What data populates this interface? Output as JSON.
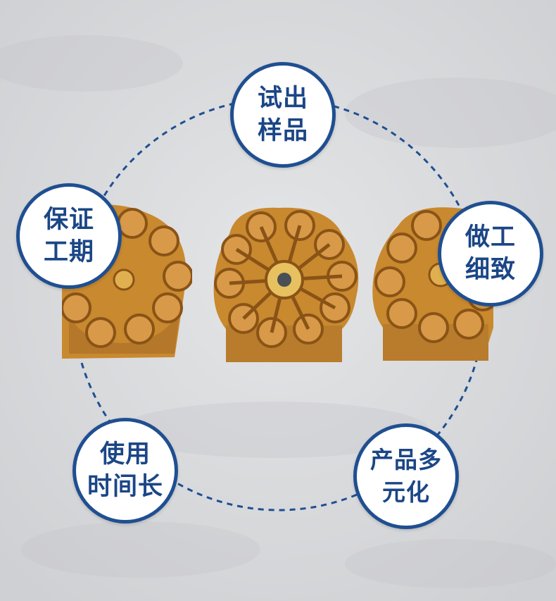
{
  "colors": {
    "accent": "#1f4f91",
    "text": "#1b4686",
    "background": "#d9dadc",
    "bronze": "#c8892f"
  },
  "features": [
    {
      "id": "top",
      "lines": [
        "试出",
        "样品"
      ]
    },
    {
      "id": "left",
      "lines": [
        "保证",
        "工期"
      ]
    },
    {
      "id": "right",
      "lines": [
        "做工",
        "细致"
      ]
    },
    {
      "id": "bottom-left",
      "lines": [
        "使用",
        "时间长"
      ]
    },
    {
      "id": "bottom-right",
      "lines": [
        "产品多",
        "元化"
      ]
    }
  ],
  "images": {
    "products": [
      "bronze-flower-mold-left",
      "bronze-flower-mold-center",
      "bronze-flower-mold-right"
    ]
  }
}
